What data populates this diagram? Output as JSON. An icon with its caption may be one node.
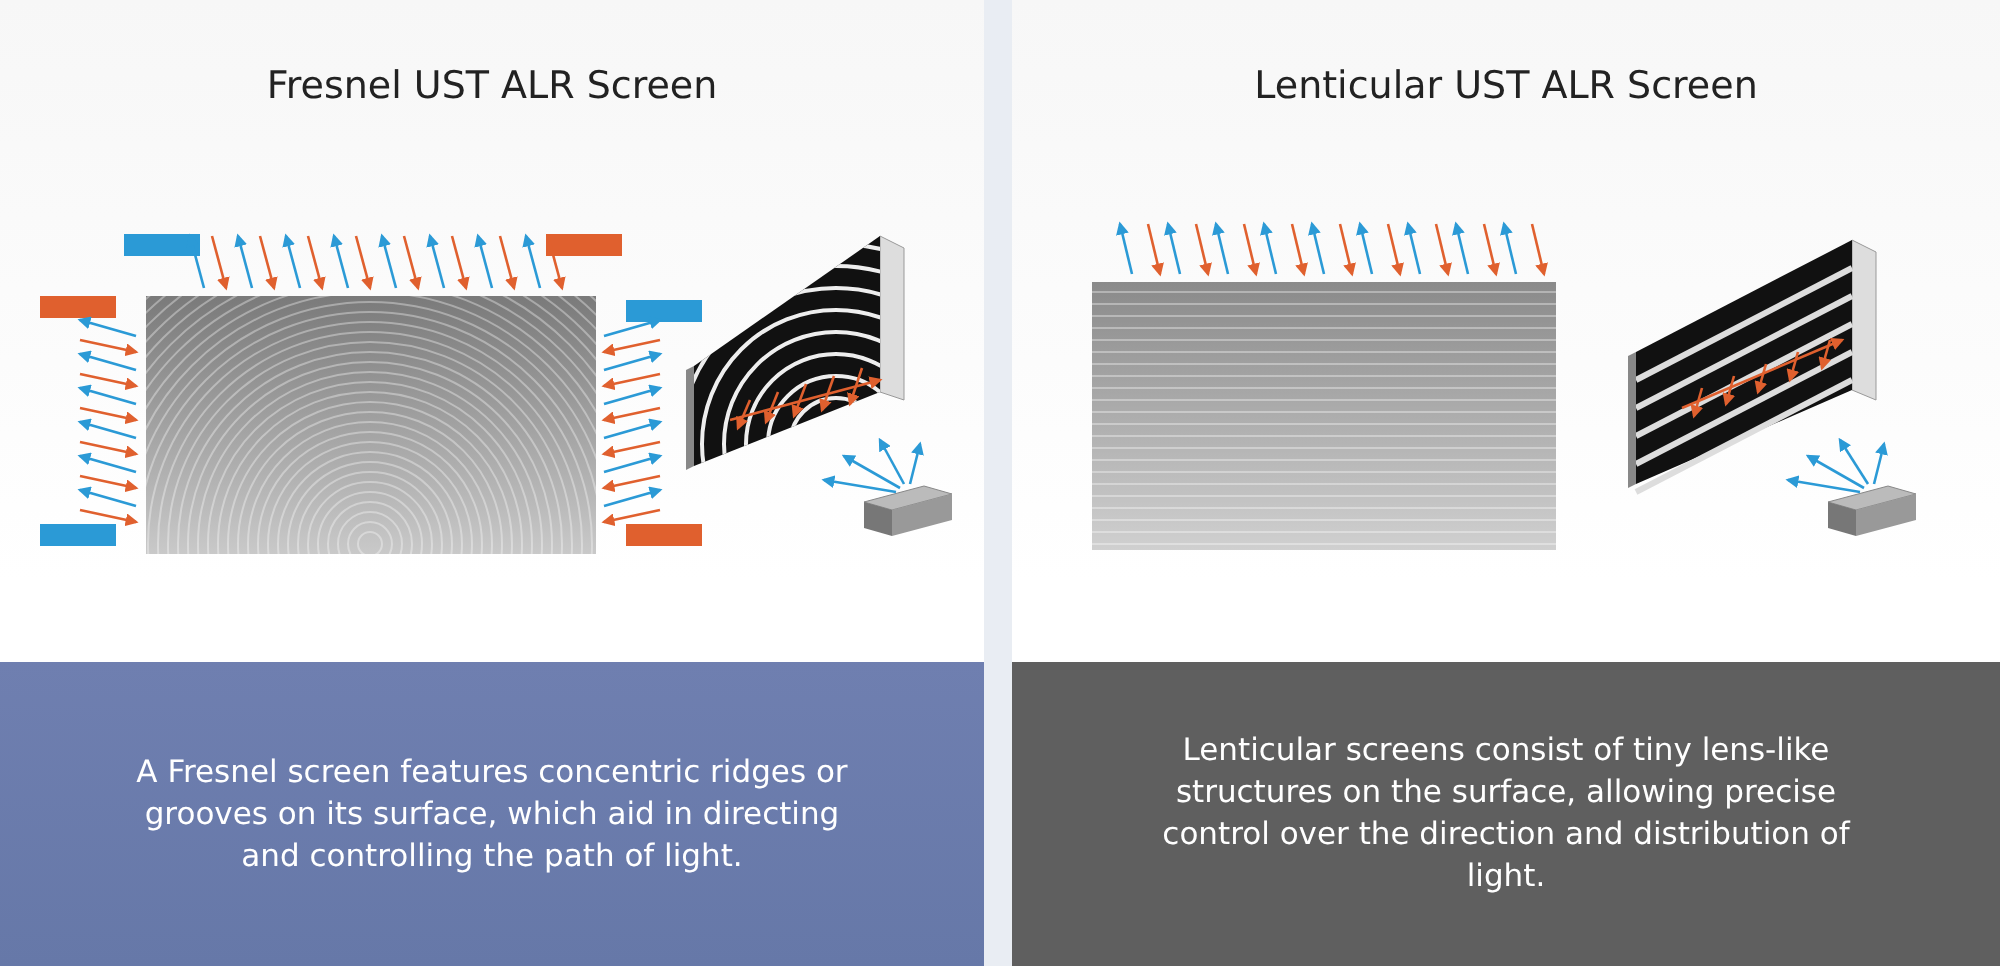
{
  "diagram": {
    "nodes": [
      {
        "text": [
          "Fresnel UST ALR Screen"
        ]
      },
      {
        "text": [
          "A Fresnel screen features concentric ridges or grooves on its surface, which aid in directing and controlling the path of light."
        ],
        "in": 0
      },
      {
        "text": [
          "Lenticular UST ALR Screen"
        ]
      },
      {
        "text": [
          "Lenticular screens consist of tiny lens-like structures on the surface, allowing precise control over the direction and distribution of light."
        ],
        "in": 2
      }
    ],
    "edges": []
  }
}
